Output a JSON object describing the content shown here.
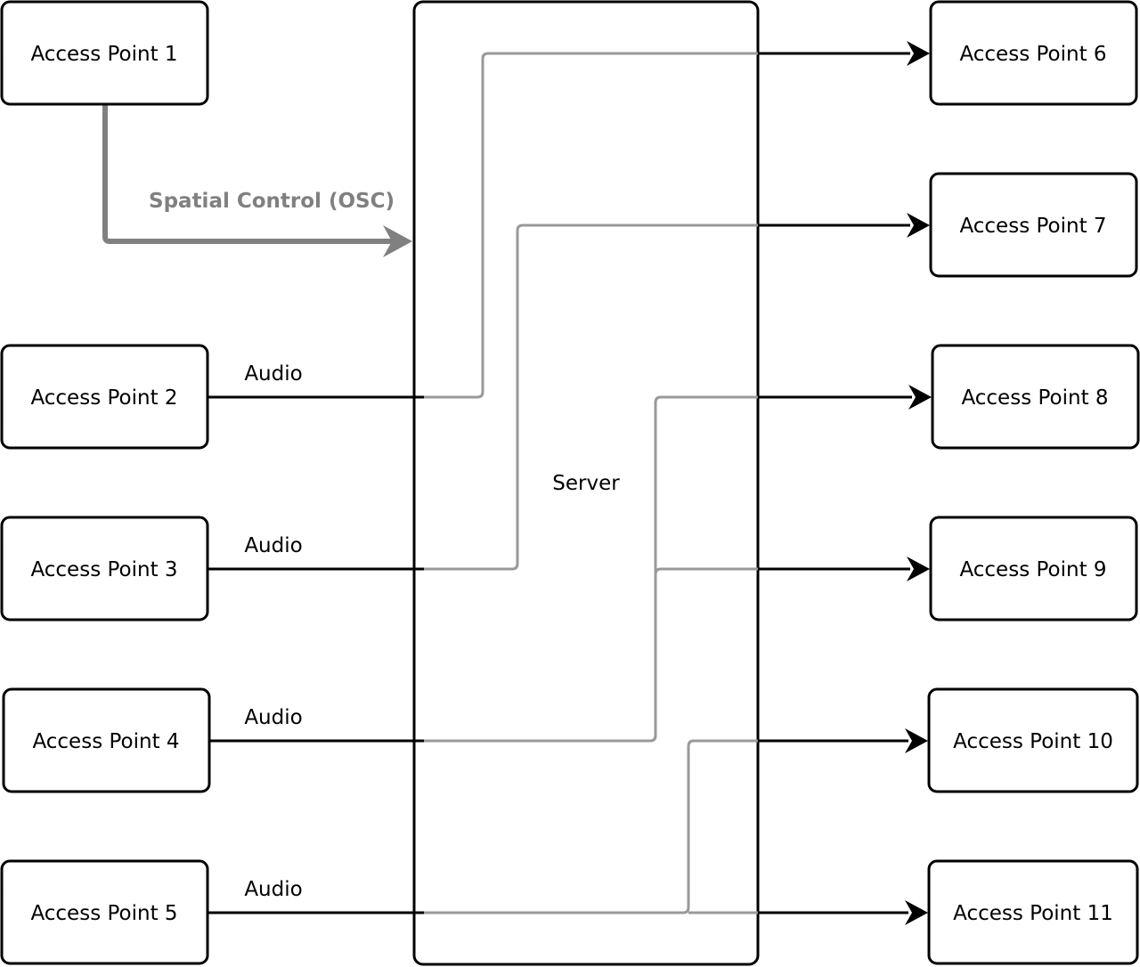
{
  "server": {
    "label": "Server"
  },
  "control_link": {
    "label": "Spatial Control (OSC)",
    "color": "#808080"
  },
  "inputs": [
    {
      "id": "ap1",
      "label": "Access Point 1"
    },
    {
      "id": "ap2",
      "label": "Access Point 2",
      "link_label": "Audio"
    },
    {
      "id": "ap3",
      "label": "Access Point 3",
      "link_label": "Audio"
    },
    {
      "id": "ap4",
      "label": "Access Point 4",
      "link_label": "Audio"
    },
    {
      "id": "ap5",
      "label": "Access Point 5",
      "link_label": "Audio"
    }
  ],
  "outputs": [
    {
      "id": "ap6",
      "label": "Access Point 6"
    },
    {
      "id": "ap7",
      "label": "Access Point 7"
    },
    {
      "id": "ap8",
      "label": "Access Point 8"
    },
    {
      "id": "ap9",
      "label": "Access Point 9"
    },
    {
      "id": "ap10",
      "label": "Access Point 10"
    },
    {
      "id": "ap11",
      "label": "Access Point 11"
    }
  ],
  "routes": [
    {
      "from": "ap2",
      "to": "ap6"
    },
    {
      "from": "ap3",
      "to": "ap7"
    },
    {
      "from": "ap4",
      "to": "ap8"
    },
    {
      "from": "ap4",
      "to": "ap9"
    },
    {
      "from": "ap5",
      "to": "ap10"
    },
    {
      "from": "ap5",
      "to": "ap11"
    }
  ],
  "colors": {
    "route": "#999999",
    "line": "#000000"
  }
}
